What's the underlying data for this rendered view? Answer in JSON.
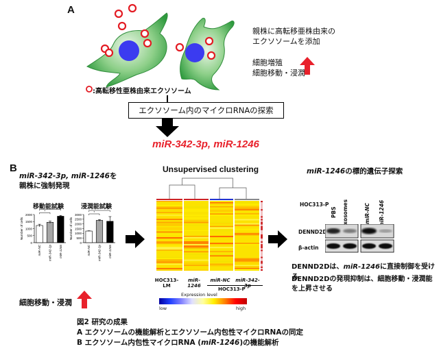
{
  "panel_a": {
    "letter": "A",
    "desc_line1": "親株に高転移亜株由来の",
    "desc_line2": "エクソソームを添加",
    "effect_line1": "細胞増殖",
    "effect_line2": "細胞移動・浸潤",
    "legend_label": ":高転移性亜株由来エクソソーム",
    "search_box": "エクソソーム内のマイクロRNAの探索",
    "result": "miR-342-3p, miR-1246"
  },
  "panel_b": {
    "letter": "B",
    "left_title_line1_italic": "miR-342-3p, miR-1246",
    "left_title_line1_rest": "を",
    "left_title_line2": "親株に強制発現",
    "migration_title": "移動能試験",
    "invasion_title": "浸潤能試験",
    "bottom_label": "細胞移動・浸潤",
    "cluster_title": "Unsupervised clustering",
    "expression_level": "Expression level",
    "low": "low",
    "high": "high",
    "col_labels": [
      "HOC313-LM",
      "miR-1246",
      "miR-NC",
      "miR-342-3p"
    ],
    "group_label": "HOC313-P",
    "target_title_italic": "miR-1246",
    "target_title_rest": "の標的遺伝子探索",
    "wb_cell": "HOC313-P",
    "wb_lanes": [
      "PBS",
      "exosomes",
      "miR-NC",
      "miR-1246"
    ],
    "wb_rows": [
      "DENND2D",
      "β-actin"
    ],
    "finding1_pre": "DENND2Dは、",
    "finding1_italic": "miR-1246",
    "finding1_post": "に直接制御を受ける",
    "finding2_line1": "DENND2Dの発現抑制は、細胞移動・浸潤能",
    "finding2_line2": "を上昇させる"
  },
  "caption": {
    "title": "図2 研究の成果",
    "line_a": "A エクソソームの機能解析とエクソソーム内包性マイクロRNAの同定",
    "line_b_pre": "B エクソソーム内包性マイクロRNA (",
    "line_b_italic": "miR-1246",
    "line_b_post": ")の機能解析"
  },
  "chart_data": [
    {
      "type": "bar",
      "title": "移動能試験",
      "categories": [
        "miR-NC",
        "miR-342-3p",
        "miR-1246"
      ],
      "values": [
        1220,
        1450,
        1880
      ],
      "errors": [
        90,
        80,
        60
      ],
      "ylabel": "Number of cells",
      "ylim": [
        0,
        2000
      ],
      "yticks": [
        0,
        500,
        1000,
        1500,
        2000
      ],
      "colors": [
        "#ffffff",
        "#a6a6a6",
        "#000000"
      ]
    },
    {
      "type": "bar",
      "title": "浸潤能試験",
      "categories": [
        "miR-NC",
        "miR-342-3p",
        "miR-1246"
      ],
      "values": [
        1240,
        2380,
        2280
      ],
      "errors": [
        30,
        90,
        500
      ],
      "ylabel": "Number of cells",
      "ylim": [
        0,
        3000
      ],
      "yticks": [
        0,
        500,
        1000,
        1500,
        2000,
        2500,
        3000
      ],
      "colors": [
        "#ffffff",
        "#a6a6a6",
        "#000000"
      ]
    }
  ],
  "colors": {
    "accent_red": "#e8212b",
    "cell_green": "#3fae4f",
    "nucleus_blue": "#3b3bf0",
    "exosome_red": "#e31b23"
  }
}
